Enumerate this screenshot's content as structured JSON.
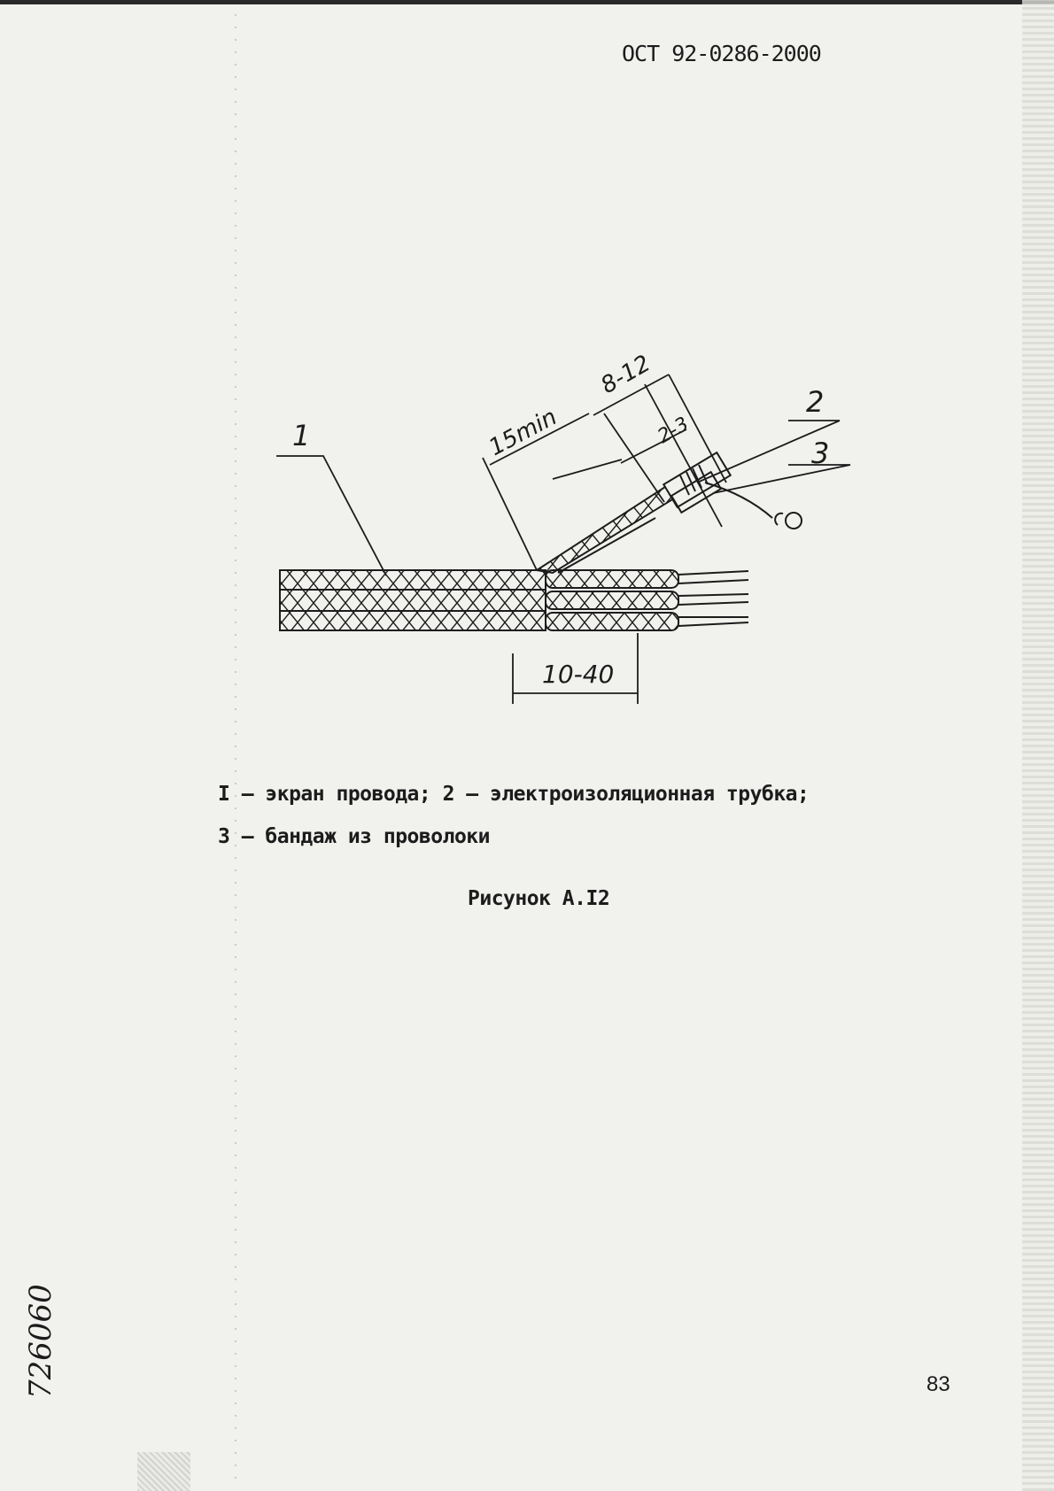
{
  "header": {
    "doc_code": "ОСТ 92-0286-2000"
  },
  "figure": {
    "labels": {
      "item1": "1",
      "item2": "2",
      "item3": "3",
      "dim_8_12": "8-12",
      "dim_15min": "15min",
      "dim_2_3": "2-3",
      "dim_10_40": "10-40"
    }
  },
  "legend": {
    "line1": "I – экран провода; 2 – электроизоляционная трубка;",
    "line2": "3 – бандаж из проволоки"
  },
  "caption": "Рисунок А.I2",
  "footer": {
    "page_number": "83"
  },
  "margin": {
    "handwritten": "726060"
  },
  "colors": {
    "ink": "#1c1c1c",
    "paper": "#f1f1ee"
  }
}
